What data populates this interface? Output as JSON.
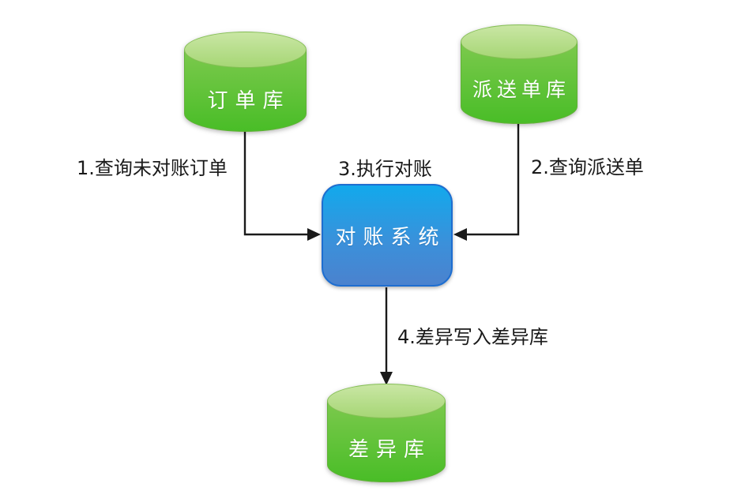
{
  "diagram": {
    "type": "flow-diagram",
    "nodes": {
      "order_db": {
        "label": "订单库",
        "shape": "database-cylinder"
      },
      "delivery_db": {
        "label": "派送单库",
        "shape": "database-cylinder"
      },
      "recon_system": {
        "label": "对账系统",
        "shape": "process-box"
      },
      "diff_db": {
        "label": "差异库",
        "shape": "database-cylinder"
      }
    },
    "edges": [
      {
        "label": "1.查询未对账订单",
        "from": "order_db",
        "to": "recon_system"
      },
      {
        "label": "2.查询派送单",
        "from": "delivery_db",
        "to": "recon_system"
      },
      {
        "label": "3.执行对账",
        "from": "recon_system",
        "to": "recon_system"
      },
      {
        "label": "4.差异写入差异库",
        "from": "recon_system",
        "to": "diff_db"
      }
    ],
    "colors": {
      "arrow": "#1a1a1a",
      "label_text": "#1a1a1a",
      "node_text": "#ffffff",
      "db_top_light": "#c9e6a4",
      "db_top_dark": "#a6d675",
      "db_top_border": "#85bf55",
      "db_body_top": "#7cc94d",
      "db_body_bottom": "#49bd27",
      "db_body_border": "#62b238",
      "process_top": "#12a9ec",
      "process_mid": "#3b90da",
      "process_bottom": "#4b82ce",
      "process_border": "#1e6ed0",
      "canvas_bg": "#ffffff"
    }
  }
}
